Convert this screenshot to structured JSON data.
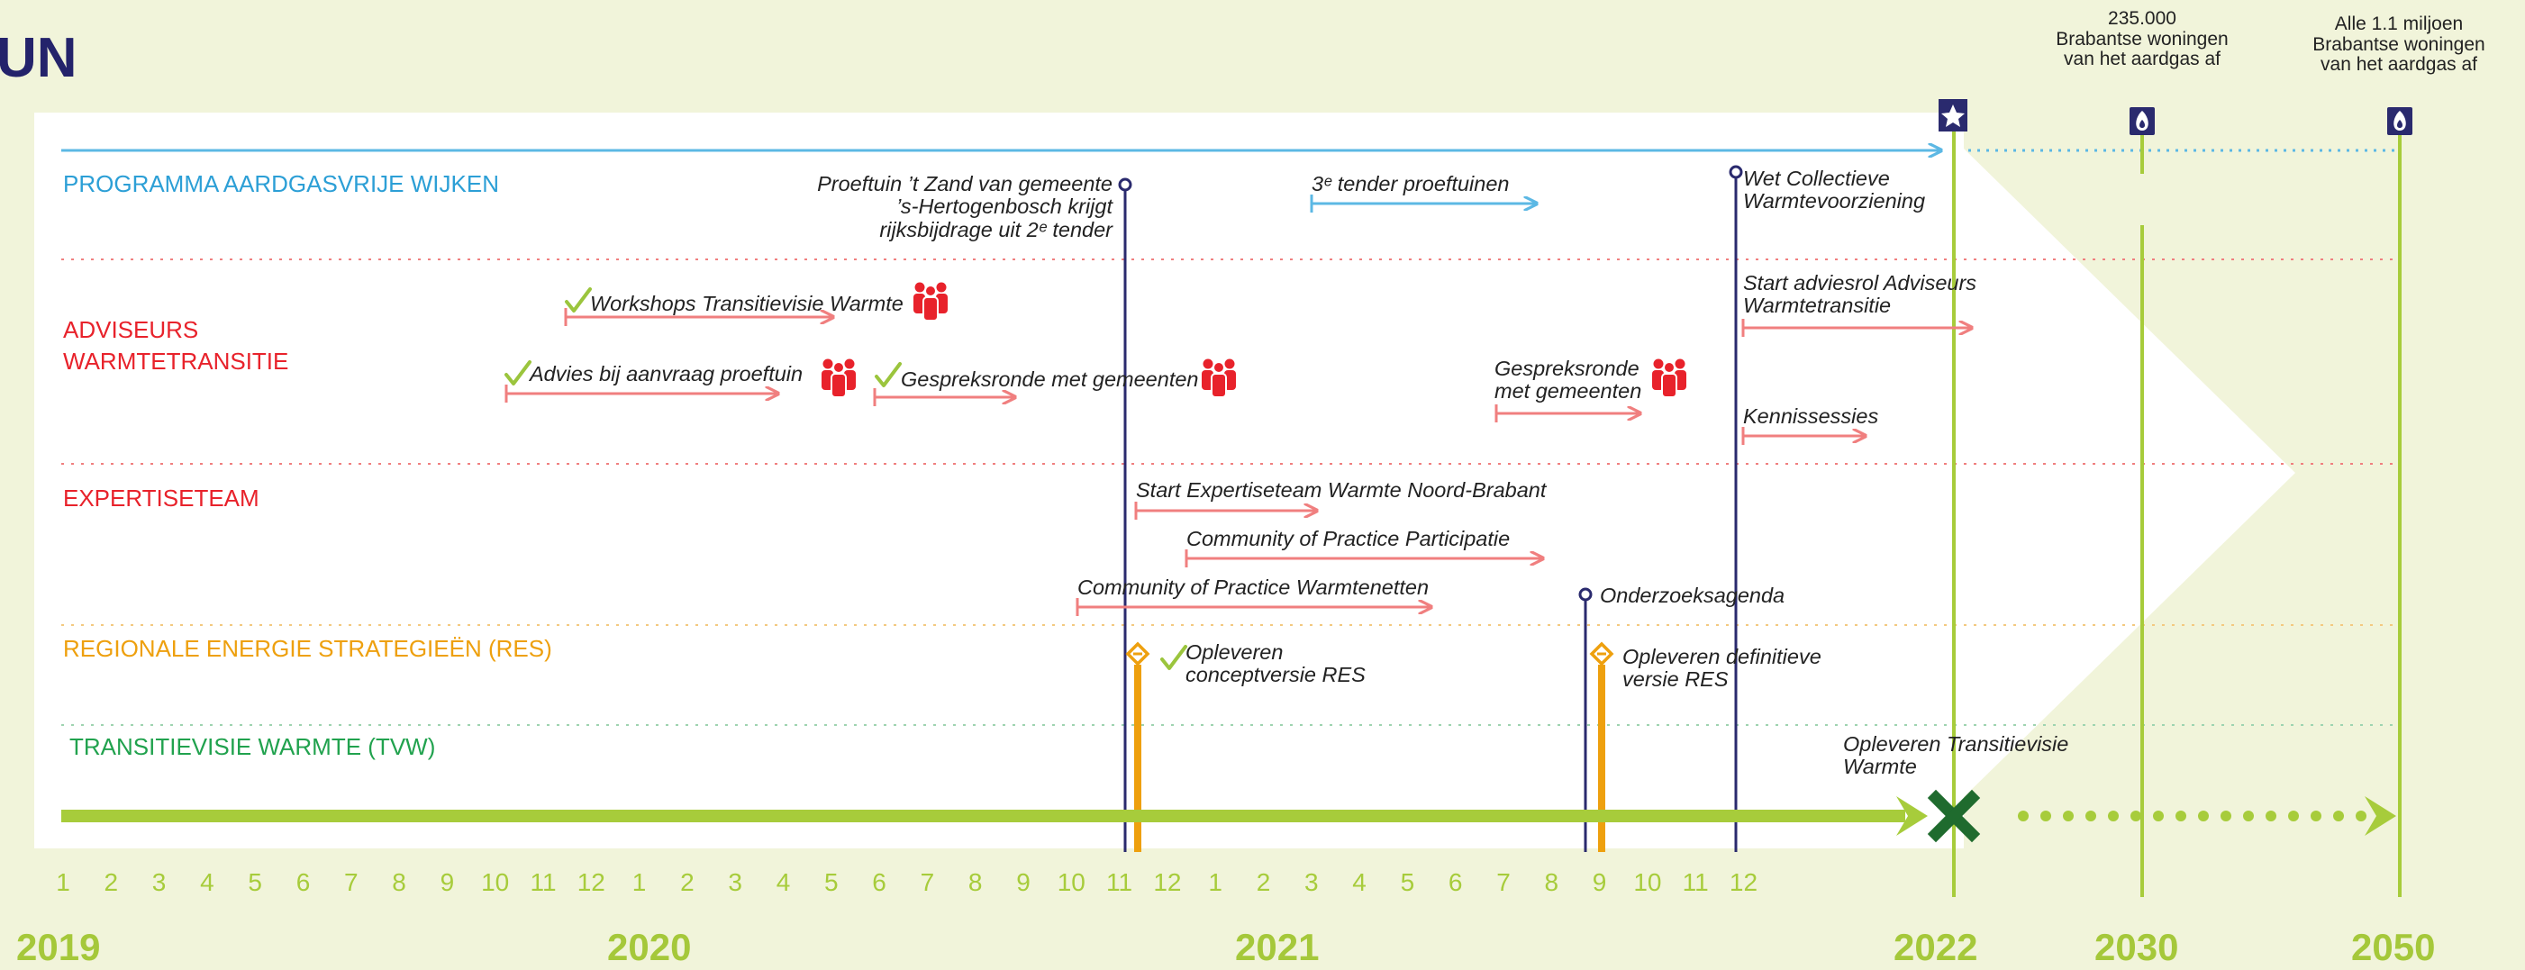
{
  "header": {
    "partial_title": "UN"
  },
  "lanes": {
    "pav": "PROGRAMMA AARDGASVRIJE WIJKEN",
    "adviseurs": "ADVISEURS\nWARMTETRANSITIE",
    "expertise": "EXPERTISETEAM",
    "res": "REGIONALE ENERGIE STRATEGIEËN (RES)",
    "tvw": "TRANSITIEVISIE WARMTE (TVW)"
  },
  "events": {
    "proeftuin": "Proeftuin ’t Zand van gemeente\n’s-Hertogenbosch krijgt\nrijksbijdrage uit 2ᵉ tender",
    "tender3": "3ᵉ tender proeftuinen",
    "wet": "Wet Collectieve\nWarmtevoorziening",
    "workshops": "Workshops Transitievisie Warmte",
    "advies": "Advies bij aanvraag proeftuin",
    "gesprek1": "Gespreksronde met gemeenten",
    "gesprek2": "Gespreksronde\nmet gemeenten",
    "adviesrol": "Start adviesrol Adviseurs\nWarmtetransitie",
    "kennis": "Kennissessies",
    "start_expertise": "Start Expertiseteam Warmte Noord-Brabant",
    "cop_participatie": "Community of Practice Participatie",
    "cop_warmtenetten": "Community of Practice Warmtenetten",
    "onderzoek": "Onderzoeksagenda",
    "res_concept": "Opleveren\nconceptversie RES",
    "res_definitief": "Opleveren definitieve\nversie RES",
    "tvw": "Opleveren Transitievisie\nWarmte"
  },
  "milestones": {
    "m2030": "235.000\nBrabantse woningen\nvan het aardgas af",
    "m2050": "Alle 1.1 miljoen\nBrabantse woningen\nvan het aardgas af"
  },
  "axis": {
    "months": [
      "1",
      "2",
      "3",
      "4",
      "5",
      "6",
      "7",
      "8",
      "9",
      "10",
      "11",
      "12",
      "1",
      "2",
      "3",
      "4",
      "5",
      "6",
      "7",
      "8",
      "9",
      "10",
      "11",
      "12",
      "1",
      "2",
      "3",
      "4",
      "5",
      "6",
      "7",
      "8",
      "9",
      "10",
      "11",
      "12"
    ],
    "years": [
      "2019",
      "2020",
      "2021",
      "2022",
      "2030",
      "2050"
    ]
  },
  "colors": {
    "background": "#f1f4da",
    "panel": "#ffffff",
    "blue": "#2c9fd6",
    "red": "#e8222b",
    "salmon": "#f07f7f",
    "orange": "#eea00e",
    "green": "#21a24e",
    "lime": "#a7cc3b",
    "navy": "#2a2a6e",
    "dark_green": "#1f6b2e"
  },
  "icons": {
    "done": "checkmark-icon",
    "people": "people-group-icon",
    "star": "star-icon",
    "flame": "flame-icon",
    "cross": "cross-icon",
    "diamond": "diamond-icon"
  }
}
